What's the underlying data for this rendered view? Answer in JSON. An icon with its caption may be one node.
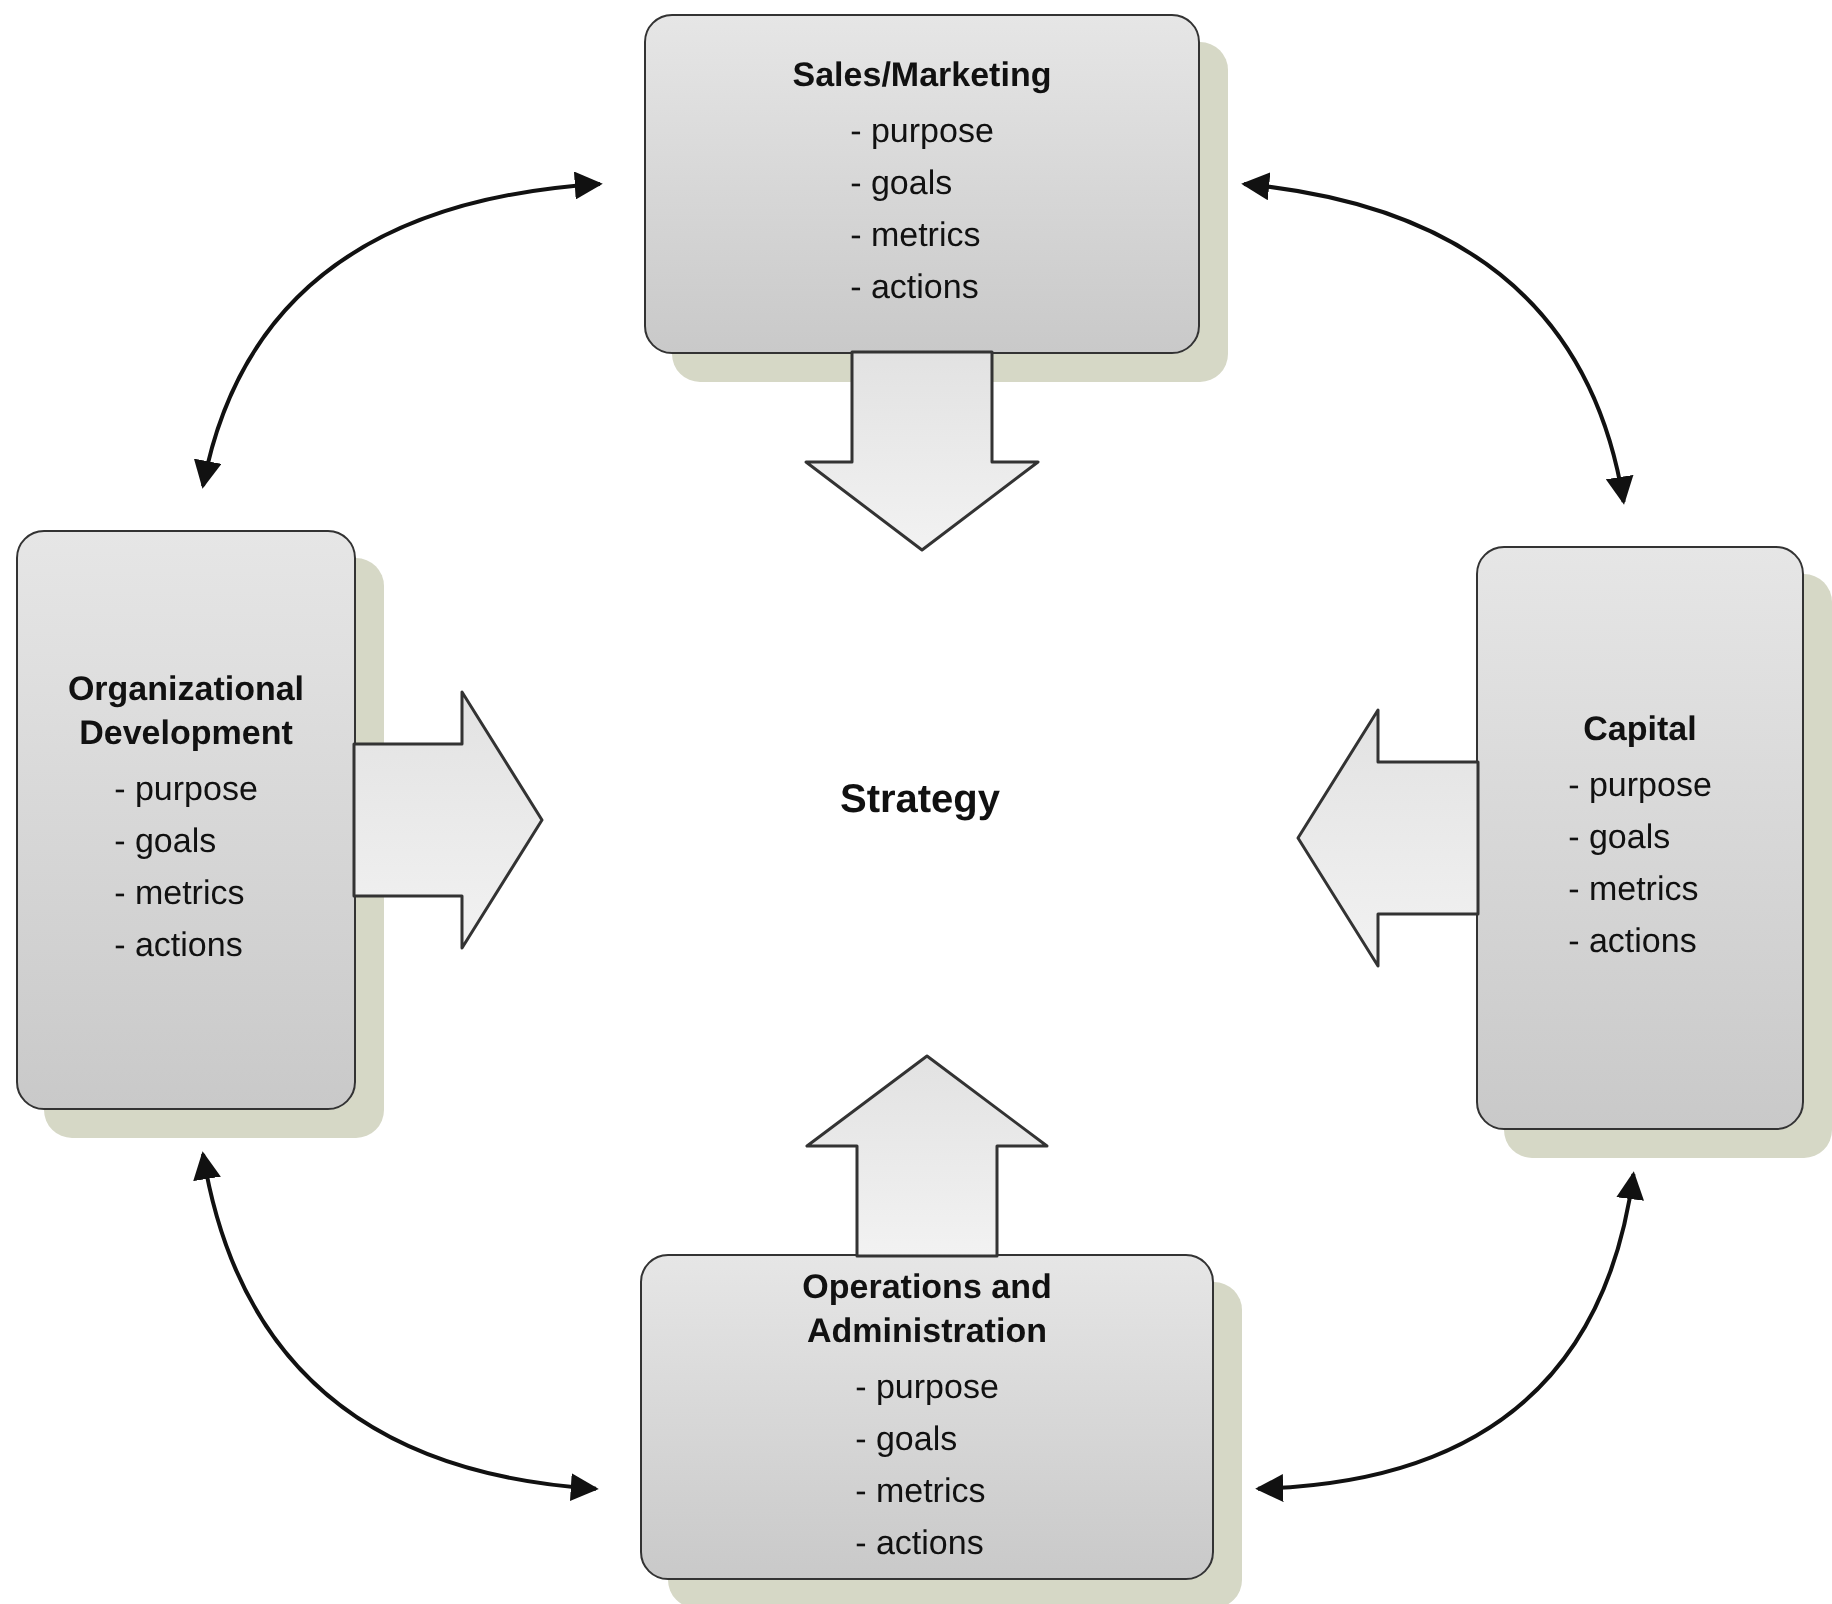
{
  "diagram": {
    "nodes": [
      {
        "text": [
          "Sales/Marketing",
          "- purpose",
          "- goals",
          "- metrics",
          "- actions"
        ]
      },
      {
        "text": [
          "Organizational Development",
          "- purpose",
          "- goals",
          "- metrics",
          "- actions"
        ]
      },
      {
        "text": [
          "Capital",
          "- purpose",
          "- goals",
          "- metrics",
          "- actions"
        ]
      },
      {
        "text": [
          "Operations and Administration",
          "- purpose",
          "- goals",
          "- metrics",
          "- actions"
        ]
      }
    ],
    "edges": [
      {
        "from": 0,
        "to": 1,
        "arrow": "both"
      },
      {
        "from": 0,
        "to": 2,
        "arrow": "both"
      },
      {
        "from": 1,
        "to": 3,
        "arrow": "both"
      },
      {
        "from": 3,
        "to": 2,
        "arrow": "both"
      }
    ],
    "labels": [
      "Strategy"
    ]
  }
}
